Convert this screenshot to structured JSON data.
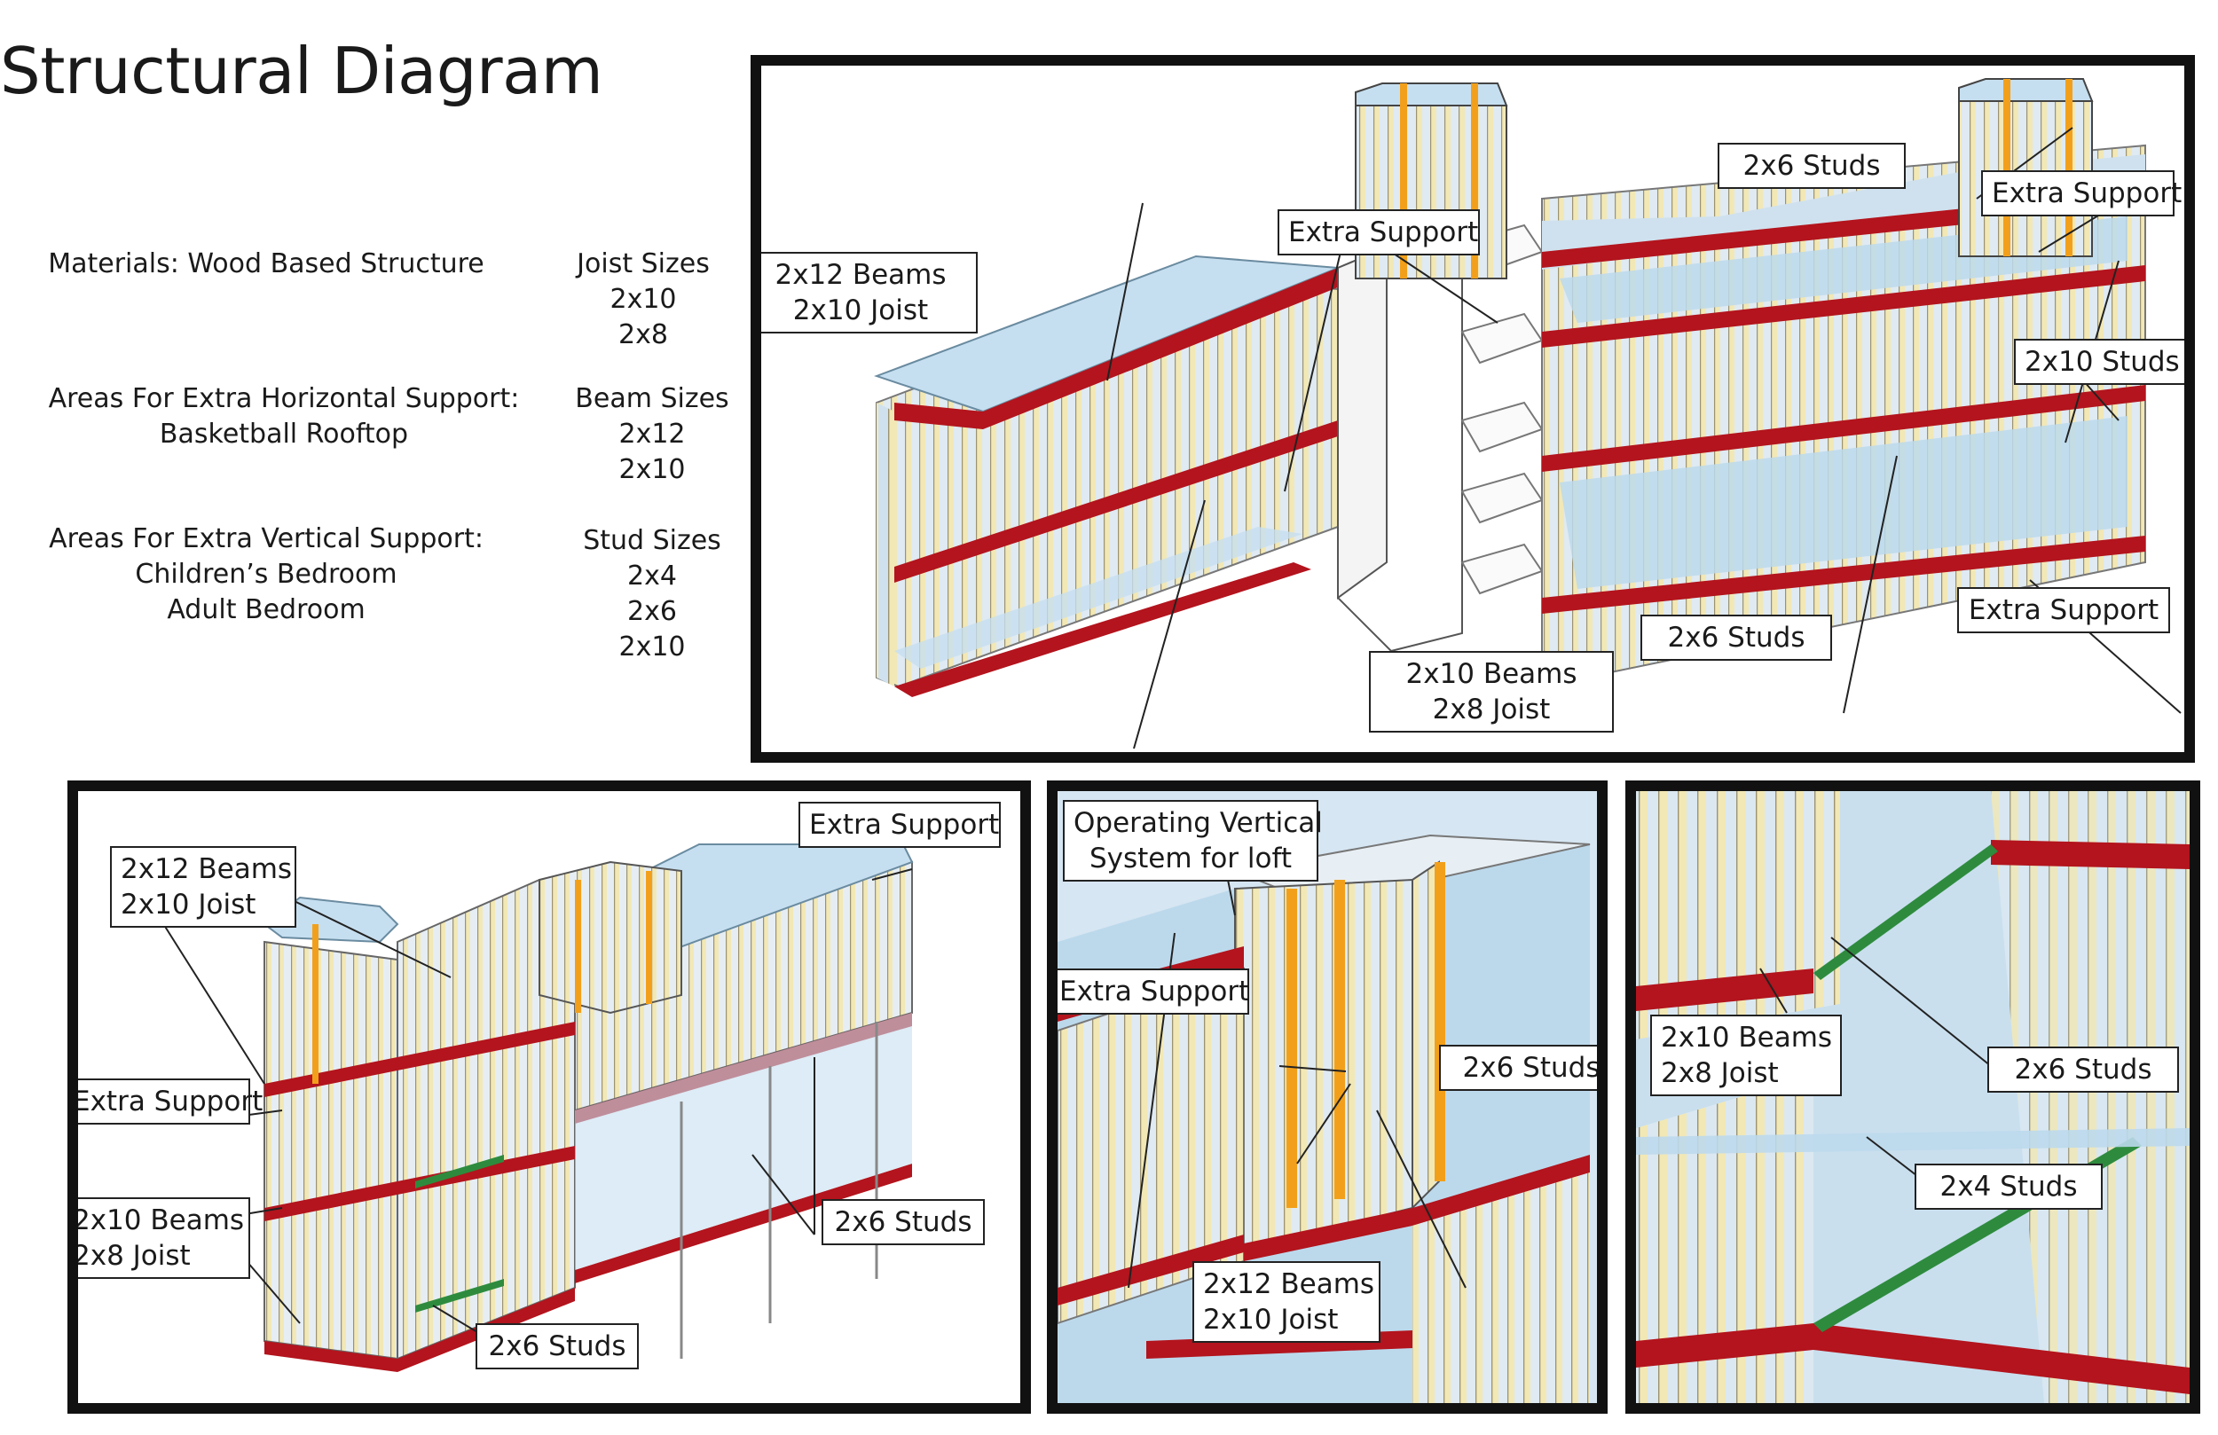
{
  "title": "Structural Diagram",
  "materials": {
    "line1": "Materials: Wood Based Structure",
    "horizontal_heading": "Areas For Extra Horizontal Support:",
    "horizontal_items": [
      "Basketball Rooftop"
    ],
    "vertical_heading": "Areas For Extra Vertical Support:",
    "vertical_items": [
      "Children’s Bedroom",
      "Adult Bedroom"
    ]
  },
  "sizes": {
    "joist_heading": "Joist Sizes",
    "joist": [
      "2x10",
      "2x8"
    ],
    "beam_heading": "Beam Sizes",
    "beam": [
      "2x12",
      "2x10"
    ],
    "stud_heading": "Stud Sizes",
    "stud": [
      "2x4",
      "2x6",
      "2x10"
    ]
  },
  "colors": {
    "beam": "#b3141d",
    "stud": "#f0e6b4",
    "floor": "#bcd9ec",
    "accent_stud": "#f2a01b",
    "stair": "#2e8b3e"
  },
  "panel_main": {
    "labels": {
      "studs_top": "2x6 Studs",
      "extra_support_left": "Extra Support",
      "beams_12_line1": "2x12 Beams",
      "beams_12_line2": "2x10 Joist",
      "extra_support_right": "Extra Support",
      "studs_2x10": "2x10 Studs",
      "extra_support_bottom": "Extra Support",
      "studs_bottom": "2x6 Studs",
      "beams_10_line1": "2x10 Beams",
      "beams_10_line2": "2x8 Joist"
    }
  },
  "panel_left": {
    "labels": {
      "beams_12_line1": "2x12 Beams",
      "beams_12_line2": "2x10 Joist",
      "extra_support_top": "Extra Support",
      "extra_support_left": "Extra Support",
      "beams_10_line1": "2x10 Beams",
      "beams_10_line2": "2x8 Joist",
      "studs_right": "2x6 Studs",
      "studs_bottom": "2x6 Studs"
    }
  },
  "panel_mid": {
    "labels": {
      "operating_line1": "Operating Vertical",
      "operating_line2": "System for loft",
      "extra_support": "Extra Support",
      "studs": "2x6 Studs",
      "beams_12_line1": "2x12 Beams",
      "beams_12_line2": "2x10 Joist"
    }
  },
  "panel_right": {
    "labels": {
      "beams_10_line1": "2x10 Beams",
      "beams_10_line2": "2x8 Joist",
      "studs_2x6": "2x6 Studs",
      "studs_2x4": "2x4 Studs"
    }
  }
}
